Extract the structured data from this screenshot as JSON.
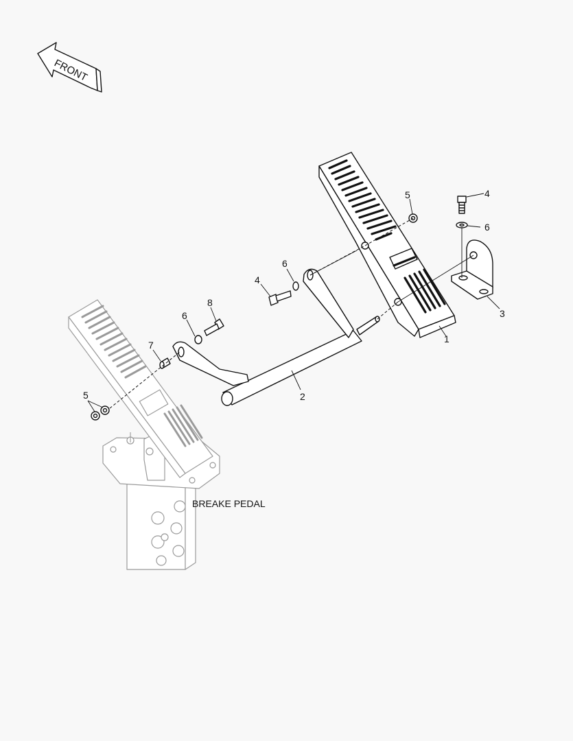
{
  "diagram": {
    "direction_indicator": "FRONT",
    "assembly_label": "BREAKE PEDAL",
    "callouts": [
      {
        "id": "c1",
        "number": "1",
        "part": "accelerator pedal"
      },
      {
        "id": "c2",
        "number": "2",
        "part": "shaft / linkage lever"
      },
      {
        "id": "c3",
        "number": "3",
        "part": "bracket"
      },
      {
        "id": "c4a",
        "number": "4",
        "part": "bolt (bracket)"
      },
      {
        "id": "c4b",
        "number": "4",
        "part": "bolt (lever)"
      },
      {
        "id": "c5a",
        "number": "5",
        "part": "nut (pedal)"
      },
      {
        "id": "c5b",
        "number": "5",
        "part": "nuts (brake pedal)"
      },
      {
        "id": "c6a",
        "number": "6",
        "part": "washer (bracket)"
      },
      {
        "id": "c6b",
        "number": "6",
        "part": "washer (lever)"
      },
      {
        "id": "c6c",
        "number": "6",
        "part": "washer (left lever)"
      },
      {
        "id": "c7",
        "number": "7",
        "part": "spacer"
      },
      {
        "id": "c8",
        "number": "8",
        "part": "bolt"
      }
    ],
    "colors": {
      "background": "#f8f8f8",
      "line": "#111111",
      "ghost_line": "#9a9a9a"
    }
  }
}
